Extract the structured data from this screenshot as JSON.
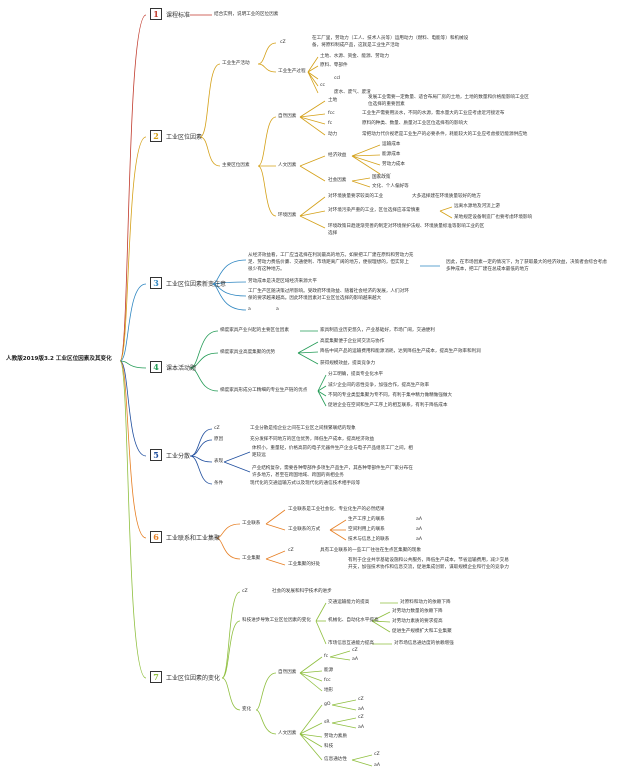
{
  "root": "人教版2019版3.2 工业区位因素及其变化",
  "sections": [
    {
      "num": "1",
      "title": "课程标准",
      "color": "#c0392b"
    },
    {
      "num": "2",
      "title": "工业区位因素",
      "color": "#d4a017"
    },
    {
      "num": "3",
      "title": "工业区位因素新变注意",
      "color": "#2e86c1"
    },
    {
      "num": "4",
      "title": "课本活动题",
      "color": "#239b56"
    },
    {
      "num": "5",
      "title": "工业分散",
      "color": "#1f4e9e"
    },
    {
      "num": "6",
      "title": "工业联系和工业集聚",
      "color": "#e67e22"
    },
    {
      "num": "7",
      "title": "工业区位因素的变化",
      "color": "#8fbf3f"
    }
  ],
  "s1": {
    "text": "结合实例，说明工业的区位因素"
  },
  "s2": {
    "prod": "工业生产活动",
    "cz": "cZ",
    "cz_text1": "在工厂里，劳动力（工人、技术人员等）运用动力（燃料、电能等）和机械设",
    "cz_text2": "备，将原料制成产品，这就是工业生产活动",
    "process": "工业生产过程",
    "p1": "土地、水源、资金、能源、劳动力",
    "p2": "原料、零部件",
    "p3": "ccI",
    "p4": "cc",
    "p5": "废水、废气、废渣",
    "main": "主要区位因素",
    "natural": "自然因素",
    "land": "土地",
    "land_t1": "发展工业需要一定数量、适合布局厂房的土地，土地的数量和价格能影响工业区",
    "land_t2": "位选择的重要因素",
    "water": "fcc",
    "water_t": "工业生产需要用淡水，不同的水源，需水量大的工业应考虑近河接近布",
    "raw": "fc",
    "raw_t": "原料的种类、数量、质量对工业区位选择有的影响大",
    "power": "动力",
    "power_t": "常把动力代价视老是工业生产的必要条件，耗能较大的工业应考虑接近能源供应地",
    "human": "人文因素",
    "econ": "经济效益",
    "e1": "运输成本",
    "e2": "能源成本",
    "e3": "劳动力成本",
    "e4": "……",
    "social": "社会因素",
    "so1": "国家政策",
    "so2": "文化、个人偏好等",
    "env": "环境因素",
    "env1": "对环境质量要求较高的工业",
    "env1_t": "大多选择建在环境质量较好的地方",
    "env2": "对环境污染严重的工业，区位选择应非常慎重",
    "env2_a": "远离水源地及河流上游",
    "env2_b": "某地规定设备制造厂也要考虑环境影响",
    "env3a": "环境政策日趋逐渐完善的制定对环境保护法规、环境质量标准等影响工业的区",
    "env3b": "选择"
  },
  "s3": {
    "t1": "从经济效益看，工厂应当选择在利润最高的地方。如果把工厂建在原料和劳动力充",
    "t2": "足、劳动力费低价廉、交通便利、市场距离广阔的地方，便很理想的，但实际上",
    "t3": "很少有这种地方。",
    "t4": "劳动成本是决定区域经济来源大平",
    "t5": "工厂生产区随决策过所影响。受政府环境效益、随着社会经济的发展，人们对环",
    "t6": "保的要求越来越高。因此环境因素对工业区位选择的影响越来越大",
    "t7": "a",
    "t8": "a",
    "right1": "因此，在市场因素一定的情况下，为了获取最大的经济效益，决策者会综合考虑",
    "right2": "多种成本，把工厂建在总成本最低的地方"
  },
  "s4": {
    "q1": "梯度家具产业兴起的主要区位因素",
    "q1a": "家具制造业历史悠久，产业基础好，市场广阔，交通便利",
    "q2": "梯度家具业高度集聚的优势",
    "q2a": "高度集聚便于企业间交流与协作",
    "q2b": "降低中间产品的运输费用和能源消耗，达到降低生产成本，提高生产效率和利润",
    "q2c": "获得规模效益，提高竞争力",
    "q3": "梯度家具形成分工精细的专业生产链的优点",
    "q3a": "分工明确，提高专业化水平",
    "q3b": "减少企业间的恶性竞争，加强合作，提高生产效率",
    "q3c": "不同的专业类型集聚为专不同，有利于集中精力做精做强做大",
    "q3d": "促进企业在空间和生产工序上的相互联系，有利于降低成本"
  },
  "s5": {
    "cz": "cZ",
    "cz_t": "工业分散是指企业之间在工业区之间频繁联结的现象",
    "reason": "原因",
    "reason_t": "充分发挥不同地方的区位优势，降低生产成本，提高经济效益",
    "ex": "表现",
    "ex1": "体积小，重量轻，价格高昂的电子元器件生产企业与电子产品组装工厂之间，相",
    "ex1b": "距较远",
    "ex2": "产业结构复杂，需要各种零部件多项生产品生产，其各种零部件生产厂家分布在",
    "ex2b": "许多地方，甚至在跨国地域、跨国的商相业务",
    "cond": "条件",
    "cond_t": "现代化的交通运输方式以及现代化的通信技术相手段等"
  },
  "s6": {
    "link": "工业联系",
    "link_a": "工业联系是工业社会化、专业化生产的必然结果",
    "link_b": "工业联系的方式",
    "lb1": "生产工序上的联系",
    "lb1r": "aA",
    "lb2": "空间利用上的联系",
    "lb2r": "aA",
    "lb3": "技术与信息上的联系",
    "lb3r": "aA",
    "agg": "工业集聚",
    "agg_cz": "cZ",
    "agg_a": "具有工业联系的一些工厂往往在生点区集聚的现象",
    "agg_b": "工业集聚的好处",
    "agg_b1": "有利于企业共享基础设施和公共服务，降低生产成本，节省运输费用，减少交易",
    "agg_b2": "开支，加强技术协作和信息交流，促进集成创新，谋取规模企业和行业的竞争力"
  },
  "s7": {
    "cz": "cZ",
    "cz_t": "社会的发展和科学技术的进步",
    "drv": "科技进步导致工业区位因素的变化",
    "d1": "交通运输能力的提高",
    "d1a": "对原料和动力的依赖下降",
    "d2": "机械化、自动化水平提高",
    "d2a": "对劳动力数量的依赖下降",
    "d2b": "对劳动力素质的要求提高",
    "d2c": "促进生产规模扩大和工业集聚",
    "d3": "市场信息互通能力提高",
    "d3a": "对市场信息通达度的依赖增强",
    "chg": "变化",
    "nat": "自然因素",
    "n1": "fc",
    "n1a": "cZ",
    "n1b": "aA",
    "n2": "能源",
    "n3": "fcc",
    "n4": "地形",
    "hum": "人文因素",
    "h1": "gO",
    "h1a": "cZ",
    "h1b": "aA",
    "h2": "sR",
    "h2a": "cZ",
    "h2b": "aA",
    "h3": "劳动力素质",
    "h4": "科技",
    "h5": "信息通达性",
    "h5a": "cZ",
    "h5b": "aA"
  }
}
